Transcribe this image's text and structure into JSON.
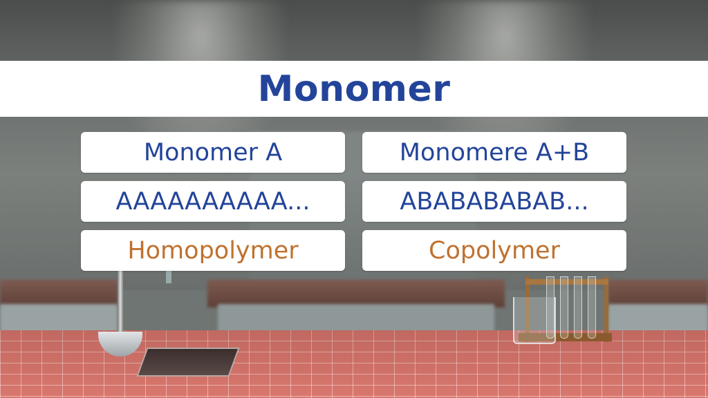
{
  "title": "Monomer",
  "left_column": {
    "monomer": "Monomer A",
    "sequence": "AAAAAAAAAA...",
    "polymer_type": "Homopolymer"
  },
  "right_column": {
    "monomer": "Monomere A+B",
    "sequence": "ABABABABAB...",
    "polymer_type": "Copolymer"
  },
  "colors": {
    "title_text": "#23449a",
    "box_text_blue": "#23449a",
    "box_text_orange": "#c0712e",
    "box_background": "#ffffff",
    "worktop": "#d9776e"
  }
}
